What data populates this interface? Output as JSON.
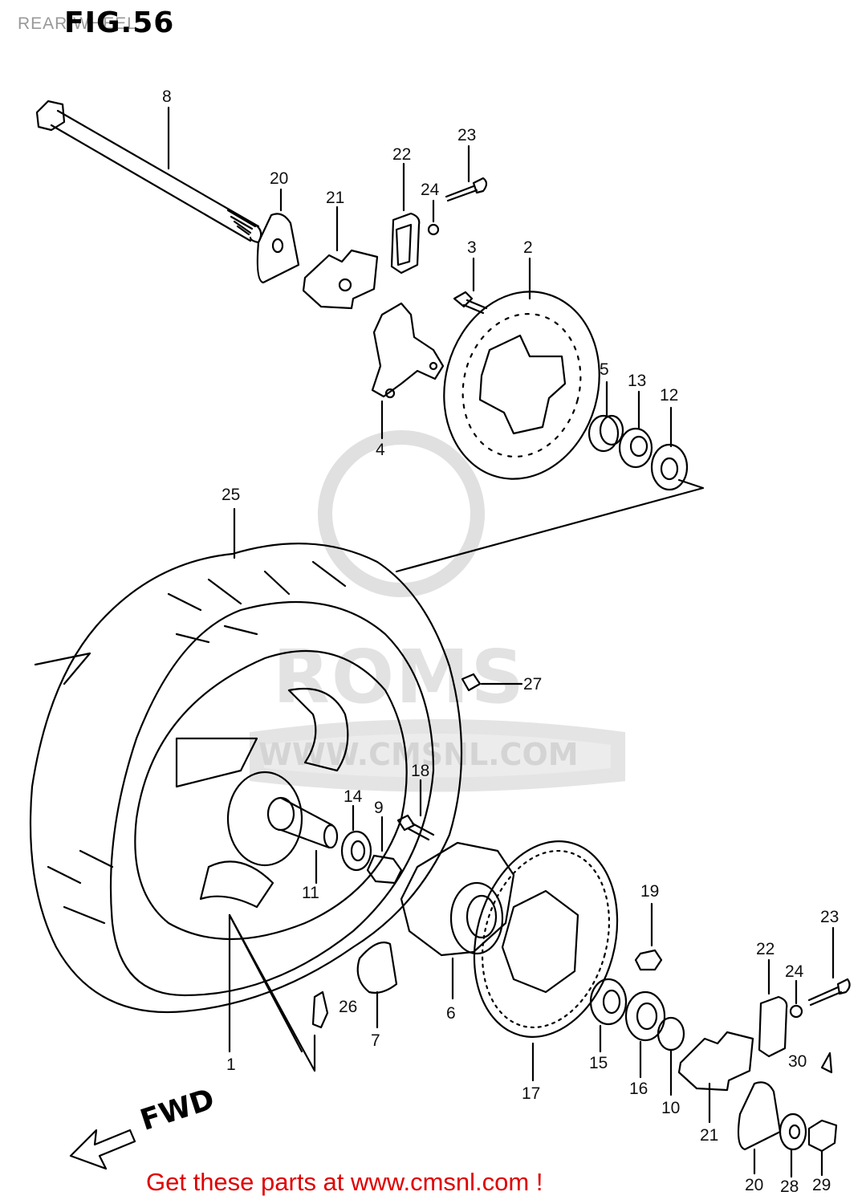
{
  "title": "REAR WHEEL",
  "figure_id": "FIG.56",
  "watermark": {
    "brand": "ROMS",
    "site": "WWW.CMSNL.COM"
  },
  "direction_label": "FWD",
  "footer": "Get these parts at www.cmsnl.com !",
  "part_labels": [
    "8",
    "20",
    "21",
    "22",
    "23",
    "24",
    "3",
    "2",
    "4",
    "5",
    "13",
    "12",
    "25",
    "27",
    "18",
    "14",
    "9",
    "11",
    "19",
    "23",
    "22",
    "24",
    "26",
    "7",
    "6",
    "17",
    "15",
    "16",
    "10",
    "30",
    "21",
    "20",
    "28",
    "29",
    "1"
  ],
  "colors": {
    "line": "#000000",
    "footer": "#e00000",
    "watermark": "#d8d8d8"
  }
}
